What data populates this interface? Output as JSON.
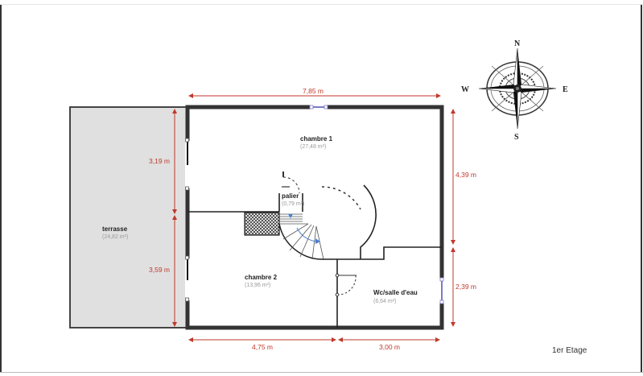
{
  "plan": {
    "floor_label": "1er Etage",
    "rooms": [
      {
        "name": "chambre 1",
        "area": "(27,48 m²)"
      },
      {
        "name": "palier",
        "area": "(0,79 m²)"
      },
      {
        "name": "chambre 2",
        "area": "(13,96 m²)"
      },
      {
        "name": "Wc/salle d'eau",
        "area": "(6,64 m²)"
      },
      {
        "name": "terrasse",
        "area": "(24,82 m²)"
      }
    ],
    "dimensions": {
      "top_width": "7,85 m",
      "left_upper": "3,19 m",
      "left_lower": "3,59 m",
      "right_upper": "4,39 m",
      "right_lower": "2,39 m",
      "bottom_left": "4,75 m",
      "bottom_right": "3,00 m"
    },
    "compass": {
      "n": "N",
      "s": "S",
      "e": "E",
      "w": "W"
    },
    "colors": {
      "wall": "#333333",
      "dimension": "#c0392b",
      "terrace": "#e0e0e0",
      "window": "#7b7bc8",
      "stair_arrow": "#4a7fd4"
    }
  }
}
